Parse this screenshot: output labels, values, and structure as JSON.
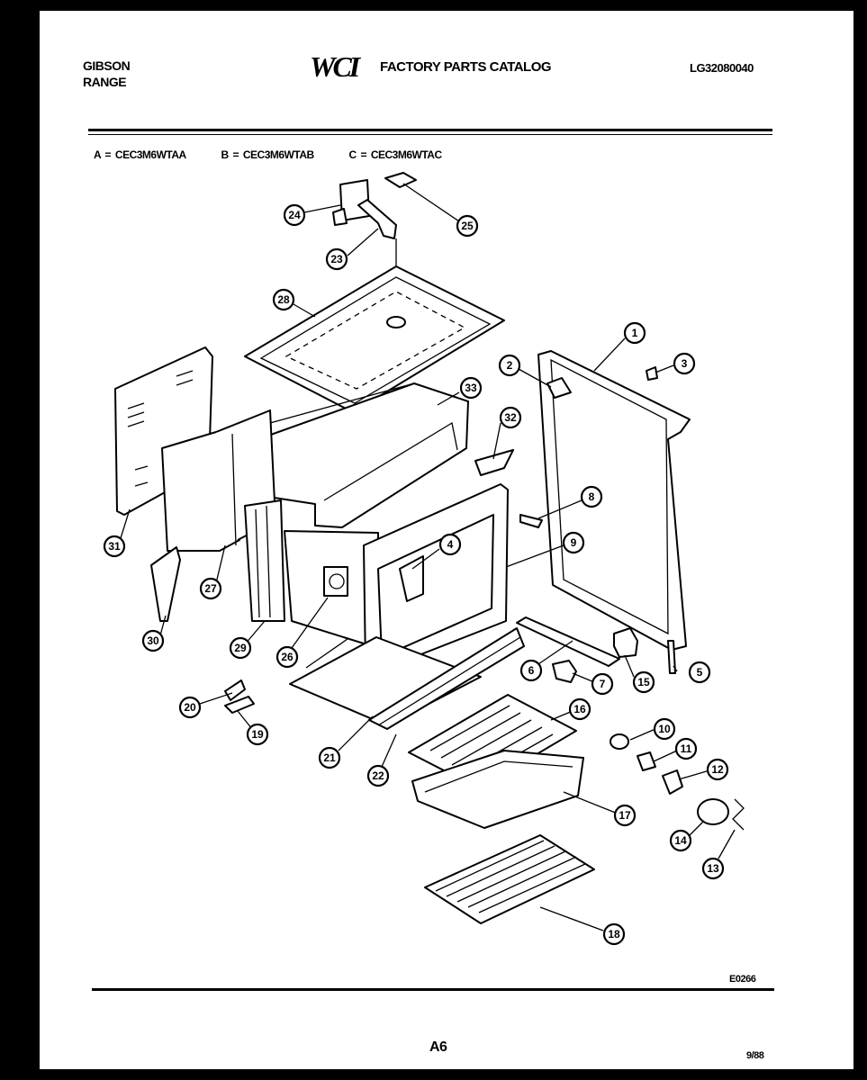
{
  "header": {
    "brand_line1": "GIBSON",
    "brand_line2": "RANGE",
    "logo": "WCI",
    "catalog_title": "FACTORY PARTS CATALOG",
    "catalog_number": "LG32080040"
  },
  "models": [
    "A = CEC3M6WTAA",
    "B = CEC3M6WTAB",
    "C = CEC3M6WTAC"
  ],
  "diagram": {
    "callouts": [
      "1",
      "2",
      "3",
      "4",
      "5",
      "6",
      "7",
      "8",
      "9",
      "10",
      "11",
      "12",
      "13",
      "14",
      "15",
      "16",
      "17",
      "18",
      "19",
      "20",
      "21",
      "22",
      "23",
      "24",
      "25",
      "26",
      "26",
      "27",
      "28",
      "29",
      "30",
      "31",
      "32",
      "33"
    ]
  },
  "footer": {
    "drawing_ref": "E0266",
    "page": "A6",
    "date_code": "9/88"
  }
}
